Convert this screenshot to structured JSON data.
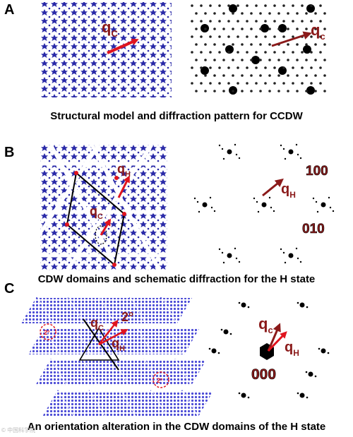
{
  "panels": [
    {
      "letter": "A",
      "caption": "Structural model and diffraction pattern for CCDW",
      "labels": {
        "model_vector": "q",
        "model_vector_sub": "C",
        "pattern_vector": "q",
        "pattern_vector_sub": "c"
      }
    },
    {
      "letter": "B",
      "caption": "CDW domains and schematic diffraction for the H state",
      "labels": {
        "model_vector_h": "q",
        "model_vector_h_sub": "H",
        "model_vector_c": "q",
        "model_vector_c_sub": "C",
        "pattern_vector": "q",
        "pattern_vector_sub": "H",
        "index_100": "100",
        "index_010": "010"
      }
    },
    {
      "letter": "C",
      "caption": "An orientation alteration in the CDW domains of the H state",
      "labels": {
        "model_vector_c": "q",
        "model_vector_c_sub": "C",
        "model_vector_h": "q",
        "model_vector_h_sub": "H",
        "angle": "2°",
        "pattern_vector_c": "q",
        "pattern_vector_c_sub": "c",
        "pattern_vector_h": "q",
        "pattern_vector_h_sub": "H",
        "index_000": "000"
      }
    }
  ],
  "watermark": "© 中国科学院"
}
